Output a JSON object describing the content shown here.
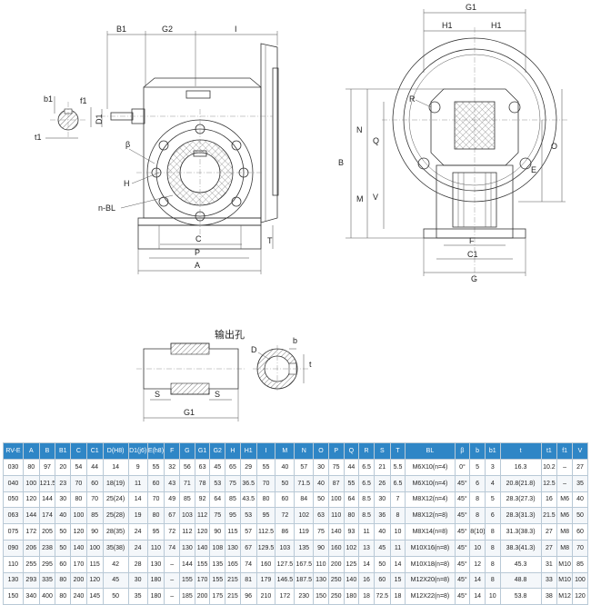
{
  "labels": {
    "B1": "B1",
    "G2": "G2",
    "I": "I",
    "b1": "b1",
    "f1": "f1",
    "D1": "D1",
    "t1": "t1",
    "beta": "β",
    "H": "H",
    "nBL": "n-BL",
    "C": "C",
    "P": "P",
    "A": "A",
    "T": "T",
    "G1": "G1",
    "H1": "H1",
    "R": "R",
    "B": "B",
    "N": "N",
    "Q": "Q",
    "O": "O",
    "M": "M",
    "V": "V",
    "E": "E",
    "F": "F",
    "C1": "C1",
    "G": "G"
  },
  "shaft": {
    "title": "输出孔",
    "D": "D",
    "b": "b",
    "t": "t",
    "S": "S",
    "G1": "G1"
  },
  "table": {
    "headers": [
      "RV-E",
      "A",
      "B",
      "B1",
      "C",
      "C1",
      "D(H8)",
      "D1(j6)",
      "E(h8)",
      "F",
      "G",
      "G1",
      "G2",
      "H",
      "H1",
      "I",
      "M",
      "N",
      "O",
      "P",
      "Q",
      "R",
      "S",
      "T",
      "BL",
      "β",
      "b",
      "b1",
      "t",
      "t1",
      "f1",
      "V"
    ],
    "rows": [
      [
        "030",
        "80",
        "97",
        "20",
        "54",
        "44",
        "14",
        "9",
        "55",
        "32",
        "56",
        "63",
        "45",
        "65",
        "29",
        "55",
        "40",
        "57",
        "30",
        "75",
        "44",
        "6.5",
        "21",
        "5.5",
        "M6X10(n=4)",
        "0°",
        "5",
        "3",
        "16.3",
        "10.2",
        "–",
        "27"
      ],
      [
        "040",
        "100",
        "121.5",
        "23",
        "70",
        "60",
        "18(19)",
        "11",
        "60",
        "43",
        "71",
        "78",
        "53",
        "75",
        "36.5",
        "70",
        "50",
        "71.5",
        "40",
        "87",
        "55",
        "6.5",
        "26",
        "6.5",
        "M6X10(n=4)",
        "45°",
        "6",
        "4",
        "20.8(21.8)",
        "12.5",
        "–",
        "35"
      ],
      [
        "050",
        "120",
        "144",
        "30",
        "80",
        "70",
        "25(24)",
        "14",
        "70",
        "49",
        "85",
        "92",
        "64",
        "85",
        "43.5",
        "80",
        "60",
        "84",
        "50",
        "100",
        "64",
        "8.5",
        "30",
        "7",
        "M8X12(n=4)",
        "45°",
        "8",
        "5",
        "28.3(27.3)",
        "16",
        "M6",
        "40"
      ],
      [
        "063",
        "144",
        "174",
        "40",
        "100",
        "85",
        "25(28)",
        "19",
        "80",
        "67",
        "103",
        "112",
        "75",
        "95",
        "53",
        "95",
        "72",
        "102",
        "63",
        "110",
        "80",
        "8.5",
        "36",
        "8",
        "M8X12(n=8)",
        "45°",
        "8",
        "6",
        "28.3(31.3)",
        "21.5",
        "M6",
        "50"
      ],
      [
        "075",
        "172",
        "205",
        "50",
        "120",
        "90",
        "28(35)",
        "24",
        "95",
        "72",
        "112",
        "120",
        "90",
        "115",
        "57",
        "112.5",
        "86",
        "119",
        "75",
        "140",
        "93",
        "11",
        "40",
        "10",
        "M8X14(n=8)",
        "45°",
        "8(10)",
        "8",
        "31.3(38.3)",
        "27",
        "M8",
        "60"
      ],
      [
        "090",
        "206",
        "238",
        "50",
        "140",
        "100",
        "35(38)",
        "24",
        "110",
        "74",
        "130",
        "140",
        "108",
        "130",
        "67",
        "129.5",
        "103",
        "135",
        "90",
        "160",
        "102",
        "13",
        "45",
        "11",
        "M10X16(n=8)",
        "45°",
        "10",
        "8",
        "38.3(41.3)",
        "27",
        "M8",
        "70"
      ],
      [
        "110",
        "255",
        "295",
        "60",
        "170",
        "115",
        "42",
        "28",
        "130",
        "–",
        "144",
        "155",
        "135",
        "165",
        "74",
        "160",
        "127.5",
        "167.5",
        "110",
        "200",
        "125",
        "14",
        "50",
        "14",
        "M10X18(n=8)",
        "45°",
        "12",
        "8",
        "45.3",
        "31",
        "M10",
        "85"
      ],
      [
        "130",
        "293",
        "335",
        "80",
        "200",
        "120",
        "45",
        "30",
        "180",
        "–",
        "155",
        "170",
        "155",
        "215",
        "81",
        "179",
        "146.5",
        "187.5",
        "130",
        "250",
        "140",
        "16",
        "60",
        "15",
        "M12X20(n=8)",
        "45°",
        "14",
        "8",
        "48.8",
        "33",
        "M10",
        "100"
      ],
      [
        "150",
        "340",
        "400",
        "80",
        "240",
        "145",
        "50",
        "35",
        "180",
        "–",
        "185",
        "200",
        "175",
        "215",
        "96",
        "210",
        "172",
        "230",
        "150",
        "250",
        "180",
        "18",
        "72.5",
        "18",
        "M12X22(n=8)",
        "45°",
        "14",
        "10",
        "53.8",
        "38",
        "M12",
        "120"
      ]
    ]
  }
}
